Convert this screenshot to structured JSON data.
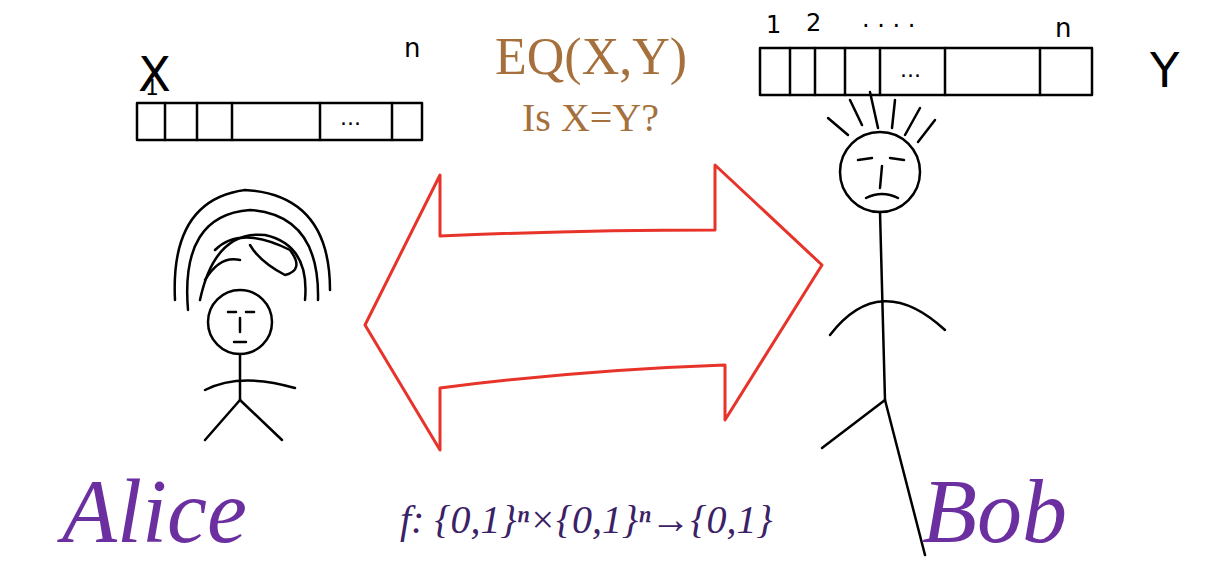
{
  "diagram": {
    "labels": [
      "X",
      "1",
      "n",
      "...",
      "EQ(X,Y)",
      "Is X=Y?",
      "1",
      "2",
      ". . . .",
      "n",
      "...",
      "Y",
      "Alice",
      "f: {0,1}ⁿ×{0,1}ⁿ→{0,1}",
      "Bob"
    ]
  }
}
